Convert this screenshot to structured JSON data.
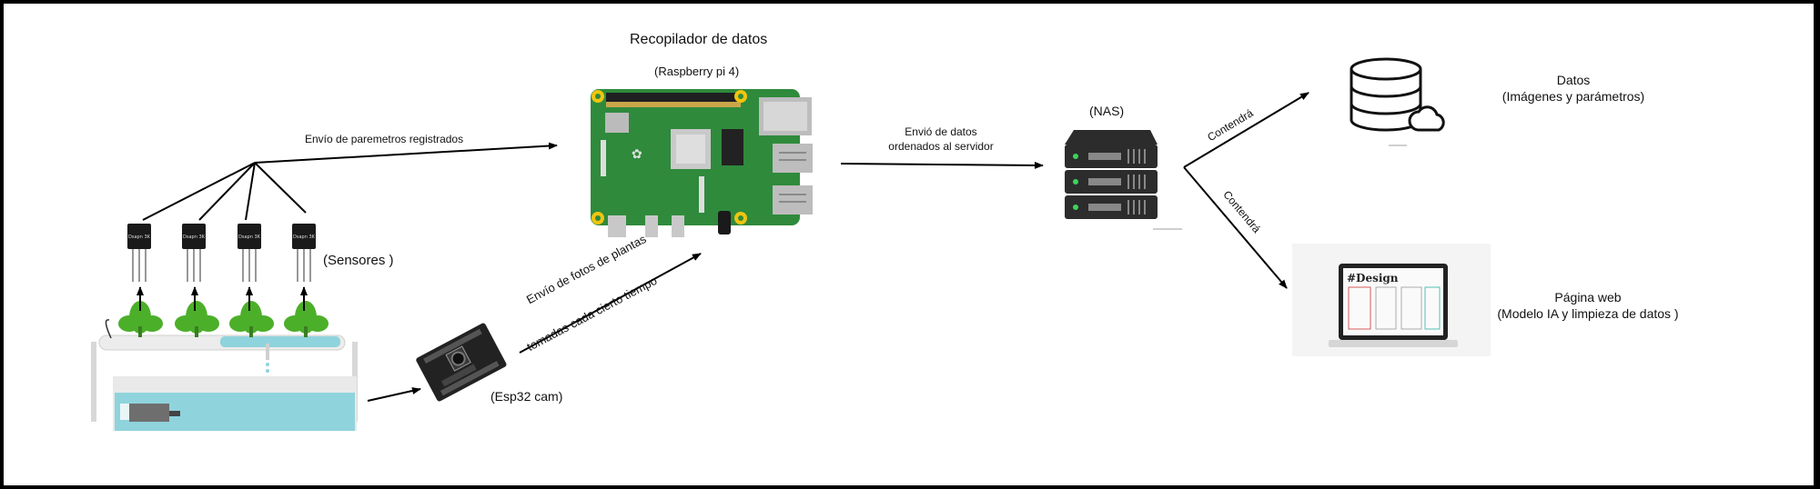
{
  "title": "Recopilador de datos",
  "raspberry_label": "(Raspberry pi 4)",
  "sensors_label": "(Sensores )",
  "esp32_label": "(Esp32 cam)",
  "nas_label": "(NAS)",
  "sensor_chip_text": "Dsapn 3K",
  "arrows": {
    "sensors_to_pi": "Envío de paremetros registrados",
    "esp_to_pi_line1": "Envío de fotos de plantas",
    "esp_to_pi_line2": "tomadas cada cierto tiempo",
    "pi_to_nas_line1": "Envió de datos",
    "pi_to_nas_line2": "ordenados al servidor",
    "nas_to_data": "Contendrá",
    "nas_to_web": "Contendrá"
  },
  "datos": {
    "line1": "Datos",
    "line2": "(Imágenes y parámetros)"
  },
  "web": {
    "line1": "Página web",
    "line2": "(Modelo IA y limpieza de datos )"
  },
  "laptop_screen_text": "#Design",
  "colors": {
    "board_green": "#2f8a3c",
    "water": "#8fd3dc",
    "leaf": "#4caf2a",
    "server": "#2c2c2c"
  }
}
